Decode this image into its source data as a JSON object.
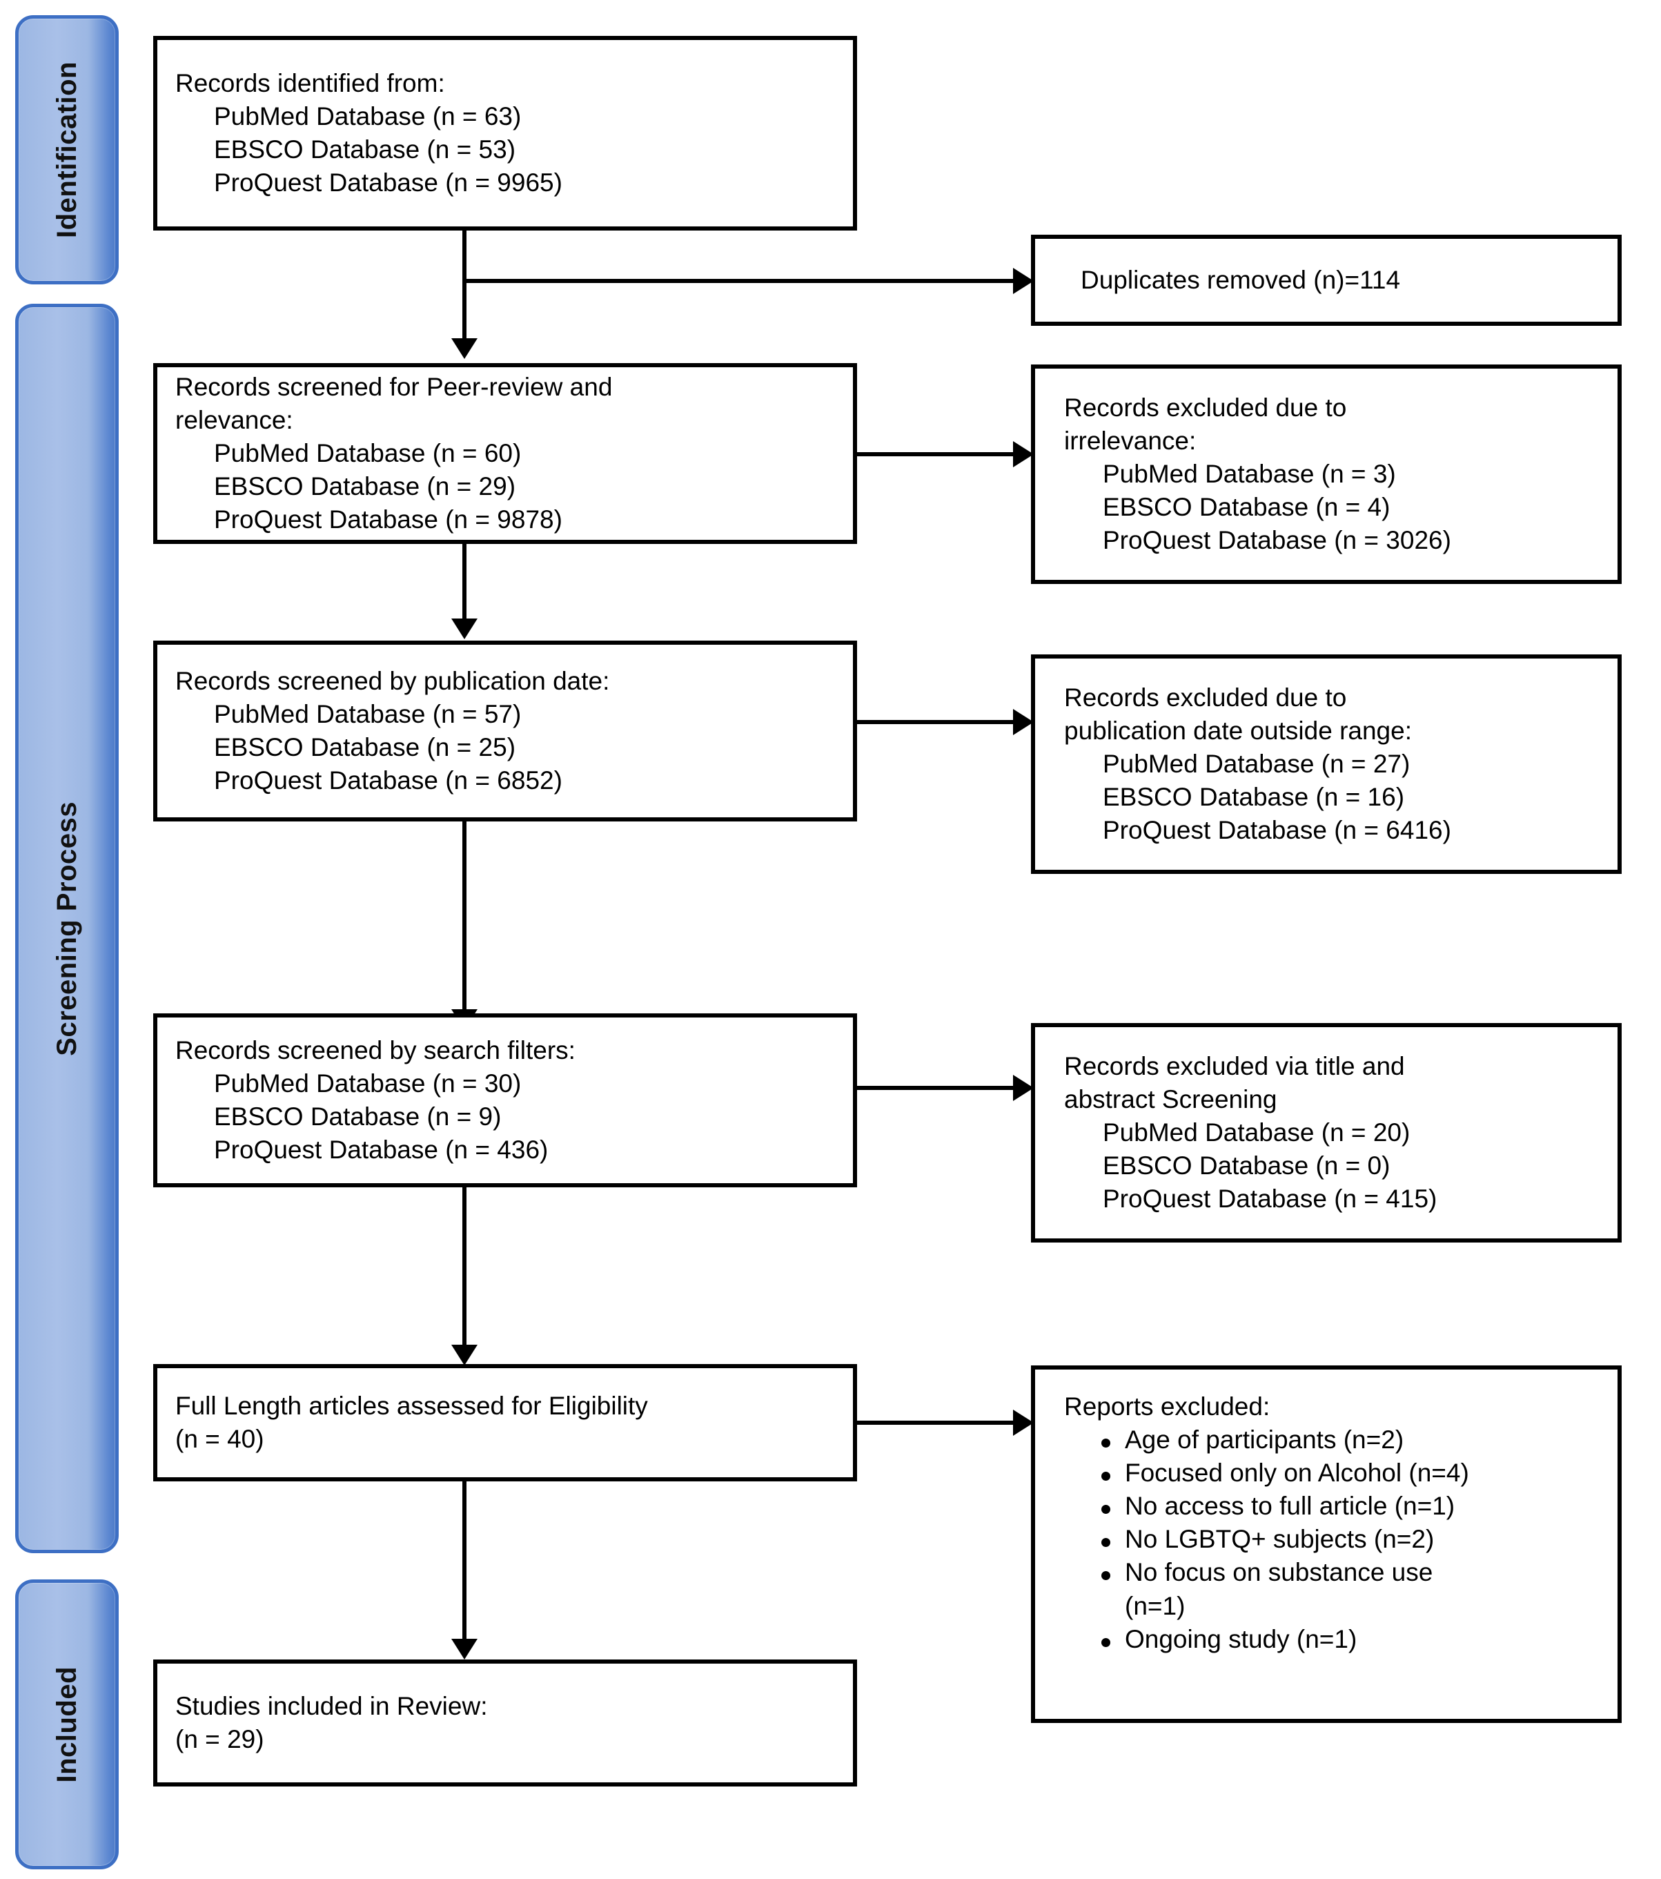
{
  "diagram": {
    "type": "prisma-flow-diagram",
    "stages": [
      {
        "id": "identification",
        "label": "Identification"
      },
      {
        "id": "screening",
        "label": "Screening Process"
      },
      {
        "id": "included",
        "label": "Included"
      }
    ],
    "boxes": {
      "identified": {
        "title": "Records identified from:",
        "lines": [
          "PubMed Database (n = 63)",
          "EBSCO Database (n = 53)",
          "ProQuest Database (n = 9965)"
        ]
      },
      "duplicates": {
        "title": "Duplicates removed (n)=114",
        "lines": []
      },
      "screened_peer": {
        "title": "Records screened for Peer-review and\nrelevance:",
        "lines": [
          "PubMed Database (n = 60)",
          "EBSCO Database (n = 29)",
          "ProQuest Database (n = 9878)"
        ]
      },
      "excluded_irrelevance": {
        "title": "Records excluded due to\nirrelevance:",
        "lines": [
          "PubMed Database (n = 3)",
          "EBSCO Database (n = 4)",
          "ProQuest Database (n = 3026)"
        ]
      },
      "screened_pubdate": {
        "title": "Records screened by publication date:",
        "lines": [
          "PubMed Database (n = 57)",
          "EBSCO Database (n = 25)",
          "ProQuest Database (n = 6852)"
        ]
      },
      "excluded_pubdate": {
        "title": "Records excluded due to\npublication date outside range:",
        "lines": [
          "PubMed Database (n = 27)",
          "EBSCO Database (n = 16)",
          "ProQuest Database (n = 6416)"
        ]
      },
      "screened_filters": {
        "title": "Records screened by search filters:",
        "lines": [
          "PubMed Database (n = 30)",
          "EBSCO Database (n = 9)",
          "ProQuest Database (n = 436)"
        ]
      },
      "excluded_title_abstract": {
        "title": "Records excluded via title and\nabstract Screening",
        "lines": [
          "PubMed Database (n = 20)",
          "EBSCO Database (n = 0)",
          "ProQuest Database (n = 415)"
        ]
      },
      "eligibility": {
        "title": "Full Length articles assessed for Eligibility\n(n = 40)",
        "lines": []
      },
      "reports_excluded": {
        "title": "Reports excluded:",
        "bullets": [
          "Age of participants (n=2)",
          "Focused only on Alcohol (n=4)",
          "No access to full article (n=1)",
          "No LGBTQ+ subjects (n=2)",
          "No focus on substance use\n(n=1)",
          "Ongoing study (n=1)"
        ]
      },
      "included_studies": {
        "title": "Studies included in Review:\n(n = 29)",
        "lines": []
      }
    },
    "colors": {
      "stage_bar_fill": "#a9c0e8",
      "stage_bar_border": "#3d6fc4",
      "box_border": "#000000",
      "box_fill": "#ffffff",
      "text": "#000000"
    }
  }
}
